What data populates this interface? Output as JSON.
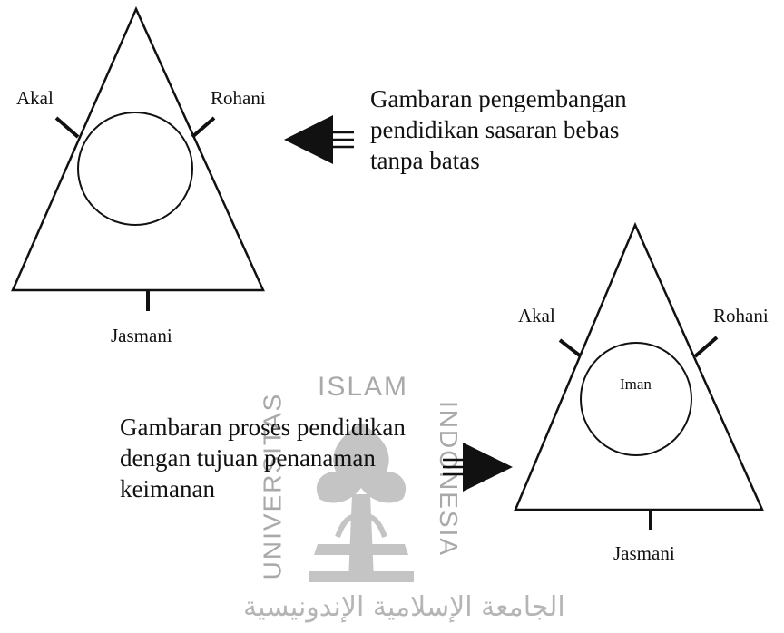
{
  "diagram_top": {
    "label_left": "Akal",
    "label_right": "Rohani",
    "label_bottom": "Jasmani",
    "circle_text": "",
    "caption": "Gambaran pengembangan\npendidikan sasaran bebas\ntanpa batas"
  },
  "diagram_bottom": {
    "label_left": "Akal",
    "label_right": "Rohani",
    "label_bottom": "Jasmani",
    "circle_text": "Iman",
    "caption": "Gambaran proses pendidikan\ndengan tujuan penanaman\nkeimanan"
  },
  "watermark": {
    "top_text": "ISLAM",
    "left_text": "UNIVERSITAS",
    "right_text": "INDONESIA",
    "arabic_text": "الجامعة الإسلامية الإندونيسية",
    "color": "#a9a9a9"
  }
}
